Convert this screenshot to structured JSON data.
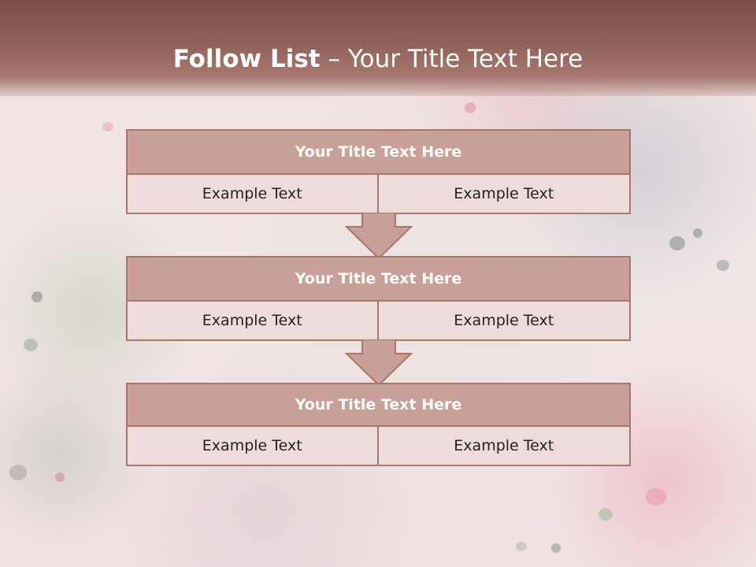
{
  "slide": {
    "title_bold": "Follow List",
    "title_rest": " – Your Title Text Here"
  },
  "blocks": [
    {
      "title": "Your Title Text Here",
      "left": "Example Text",
      "right": "Example Text"
    },
    {
      "title": "Your Title Text Here",
      "left": "Example Text",
      "right": "Example Text"
    },
    {
      "title": "Your Title Text Here",
      "left": "Example Text",
      "right": "Example Text"
    }
  ],
  "colors": {
    "header": "#8f6259",
    "block_title_fill": "#c9a097",
    "block_border": "#a9766b",
    "cell_fill": "#ecdcdc",
    "arrow_fill": "#c9a097"
  }
}
